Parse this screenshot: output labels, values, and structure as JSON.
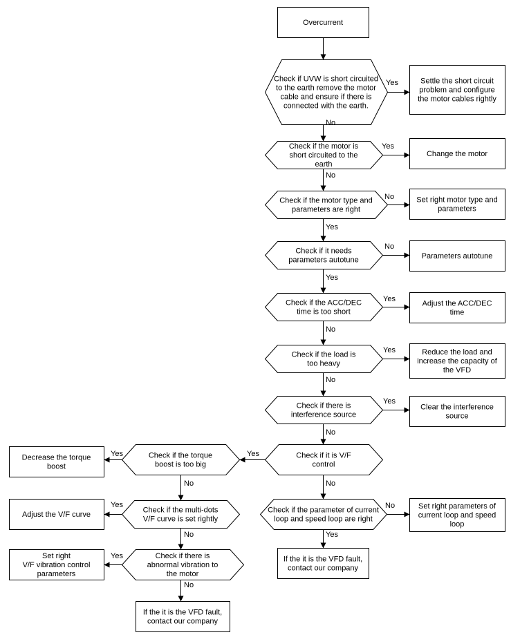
{
  "nodes": {
    "overcurrent": [
      "Overcurrent"
    ],
    "d_uvw": [
      "Check if UVW is short circuited",
      "to the earth remove the motor",
      "cable and ensure if there is",
      "connected with the earth."
    ],
    "b_settle": [
      "Settle the short circuit",
      "problem and configure",
      "the motor cables rightly"
    ],
    "d_motor_short": [
      "Check if the motor is",
      "short circuited to the",
      "earth"
    ],
    "b_change_motor": [
      "Change the motor"
    ],
    "d_motor_type": [
      "Check if the motor type and",
      "parameters are right"
    ],
    "b_set_motor_type": [
      "Set right motor type and",
      "parameters"
    ],
    "d_autotune": [
      "Check if it needs",
      "parameters autotune"
    ],
    "b_autotune": [
      "Parameters autotune"
    ],
    "d_accdec": [
      "Check if the ACC/DEC",
      "time is too short"
    ],
    "b_adjust_accdec": [
      "Adjust the ACC/DEC",
      "time"
    ],
    "d_load": [
      "Check if the load is",
      "too heavy"
    ],
    "b_reduce_load": [
      "Reduce the load and",
      "increase the capacity of",
      "the VFD"
    ],
    "d_interference": [
      "Check if there is",
      "interference source"
    ],
    "b_clear_interference": [
      "Clear the interference",
      "source"
    ],
    "d_vf_control": [
      "Check if it is V/F",
      "control"
    ],
    "d_torque": [
      "Check if the torque",
      "boost is too big"
    ],
    "b_decrease_torque": [
      "Decrease the torque",
      "boost"
    ],
    "d_multidots": [
      "Check if the multi-dots",
      "V/F curve is set rightly"
    ],
    "b_adjust_vf": [
      "Adjust the V/F curve"
    ],
    "d_vibration": [
      "Check if there is",
      "abnormal vibration to",
      "the motor"
    ],
    "b_set_vibration": [
      "Set right",
      "V/F vibration control",
      "parameters"
    ],
    "b_fault_left": [
      "If the it is the VFD fault,",
      "contact our company"
    ],
    "d_current_loop": [
      "Check if the parameter of current",
      "loop and speed loop are right"
    ],
    "b_set_current_loop": [
      "Set right parameters of",
      "current loop and speed",
      "loop"
    ],
    "b_fault_right": [
      "If the it is the VFD fault,",
      "contact our company"
    ]
  },
  "edges": {
    "e_uvw_yes": "Yes",
    "e_uvw_no": "No",
    "e_motor_short_yes": "Yes",
    "e_motor_short_no": "No",
    "e_motor_type_no": "No",
    "e_motor_type_yes": "Yes",
    "e_autotune_no": "No",
    "e_autotune_yes": "Yes",
    "e_accdec_yes": "Yes",
    "e_accdec_no": "No",
    "e_load_yes": "Yes",
    "e_load_no": "No",
    "e_interference_yes": "Yes",
    "e_interference_no": "No",
    "e_vf_yes": "Yes",
    "e_vf_no": "No",
    "e_torque_yes": "Yes",
    "e_torque_no": "No",
    "e_multidots_yes": "Yes",
    "e_multidots_no": "No",
    "e_vibration_yes": "Yes",
    "e_vibration_no": "No",
    "e_current_loop_no": "No",
    "e_current_loop_yes": "Yes"
  }
}
